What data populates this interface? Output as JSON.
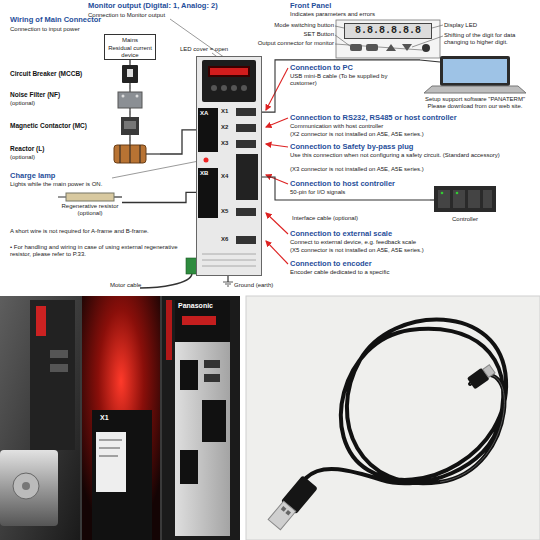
{
  "diagram": {
    "nodes": [
      {
        "text": [
          "Mains",
          "Residual current device"
        ]
      },
      {
        "text": [
          "Circuit Breaker (MCCB)"
        ]
      },
      {
        "text": [
          "Noise Filter (NF)",
          "(optional)"
        ]
      },
      {
        "text": [
          "Magnetic Contactor (MC)"
        ]
      },
      {
        "text": [
          "Reactor (L)",
          "(optional)"
        ]
      },
      {
        "text": [
          "XA",
          "XB",
          "X1",
          "X2",
          "X3",
          "X4",
          "X5",
          "X6"
        ]
      },
      {
        "text": [
          "8.8.8.8.8.8"
        ]
      },
      {
        "text": [
          "Setup support software \"PANATERM\" Please download from our web site."
        ]
      },
      {
        "text": [
          "Regenerative resistor (optional)"
        ]
      },
      {
        "text": [
          "Controller"
        ]
      }
    ],
    "edges": [
      {
        "from": 0,
        "to": 1,
        "arrow": "none"
      },
      {
        "from": 1,
        "to": 2,
        "arrow": "none"
      },
      {
        "from": 2,
        "to": 3,
        "arrow": "none"
      },
      {
        "from": 3,
        "to": 4,
        "arrow": "none"
      },
      {
        "from": 4,
        "to": 5,
        "arrow": "none"
      },
      {
        "from": 8,
        "to": 5,
        "arrow": "none"
      },
      {
        "from": 5,
        "to": 7,
        "arrow": "none"
      },
      {
        "from": 9,
        "to": 5,
        "arrow": "none"
      }
    ],
    "labels": [
      "Monitor output (Digital: 1, Analog: 2)",
      "Connection to Monitor output",
      "Wiring of Main Connector",
      "Connection to input power",
      "LED cover = open",
      "Front Panel",
      "Indicates parameters and errors",
      "Mode switching button",
      "SET Button",
      "Output connector for monitor",
      "Display LED",
      "Shifting of the digit for data changing to higher digit.",
      "Connection to PC",
      "USB mini-B cable (To be supplied by customer)",
      "Connection to RS232, RS485 or host controller",
      "Communication with host controller",
      "(X2 connector is not installed on A5E, A5E series.)",
      "Connection to Safety by-pass plug",
      "Use this connection when not configuring a safety circuit. (Standard accessory)",
      "(X3 connector is not installed on A5E, A5E series.)",
      "Connection to host controller",
      "50-pin for I/O signals",
      "Interface cable (optional)",
      "Connection to external scale",
      "Connect to external device, e.g. feedback scale",
      "(X5 connector is not installed on A5E, A5E series.)",
      "Connection to encoder",
      "Encoder cable dedicated to a specific",
      "Charge lamp",
      "Lights while the main power is ON.",
      "A short wire is not required for A-frame and B-frame.",
      "• For handling and wiring in case of using external regenerative resistor, please refer to P.33.",
      "Motor cable",
      "Ground (earth)",
      "X1",
      "Panasonic"
    ]
  }
}
